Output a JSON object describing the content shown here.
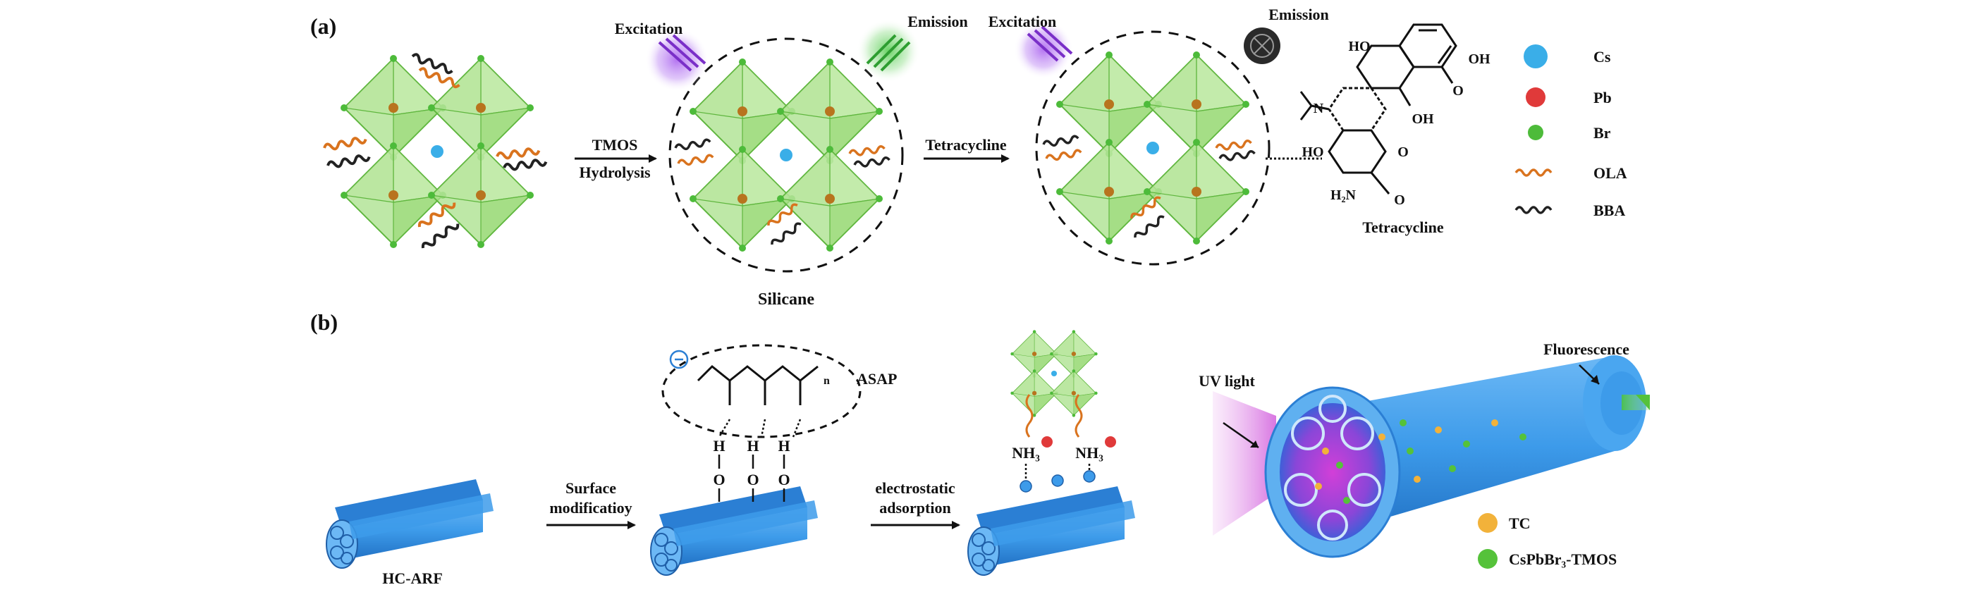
{
  "panel_a": {
    "label": "(a)",
    "step1": {
      "line1": "TMOS",
      "line2": "Hydrolysis"
    },
    "step2": "Tetracycline",
    "excitation_1": "Excitation",
    "emission_1": "Emission",
    "excitation_2": "Excitation",
    "emission_2": "Emission",
    "silicane_label": "Silicane",
    "molecule": {
      "name": "Tetracycline",
      "groups": {
        "oh_top_left": "HO",
        "oh_top_right": "OH",
        "o_mid": "O",
        "oh_mid": "OH",
        "n_group": "N",
        "ho_left": "HO",
        "o_bottom": "O",
        "amide": "H₂N",
        "amide_o": "O"
      }
    },
    "legend": [
      {
        "label": "Cs",
        "color": "#3aaee8",
        "type": "dot"
      },
      {
        "label": "Pb",
        "color": "#e03a3a",
        "type": "dot"
      },
      {
        "label": "Br",
        "color": "#4dbb3a",
        "type": "dot"
      },
      {
        "label": "OLA",
        "color": "#d9731e",
        "type": "wave"
      },
      {
        "label": "BBA",
        "color": "#222222",
        "type": "wave"
      }
    ]
  },
  "panel_b": {
    "label": "(b)",
    "fiber_label": "HC-ARF",
    "step1": {
      "line1": "Surface",
      "line2": "modificatioy"
    },
    "step2": {
      "line1": "electrostatic",
      "line2": "adsorption"
    },
    "polymer_label": "ASAP",
    "subscript_n": "n",
    "hydroxyl": {
      "h": "H",
      "o": "O"
    },
    "amine": "NH₃",
    "uv_label": "UV light",
    "fluorescence_label": "Fluorescence",
    "legend": [
      {
        "label": "TC",
        "color": "#f2b23a"
      },
      {
        "label": "CsPbBr₃-TMOS",
        "color": "#55c23a"
      }
    ]
  },
  "colors": {
    "crystal_fill": "#a8e08a",
    "crystal_edge": "#6cbf4a",
    "fiber": "#3d9bea",
    "fiber_dark": "#2b7fd4",
    "ola": "#d9731e",
    "bba": "#222222",
    "excitation": "#9b4fe0",
    "emission": "#49c24a"
  }
}
